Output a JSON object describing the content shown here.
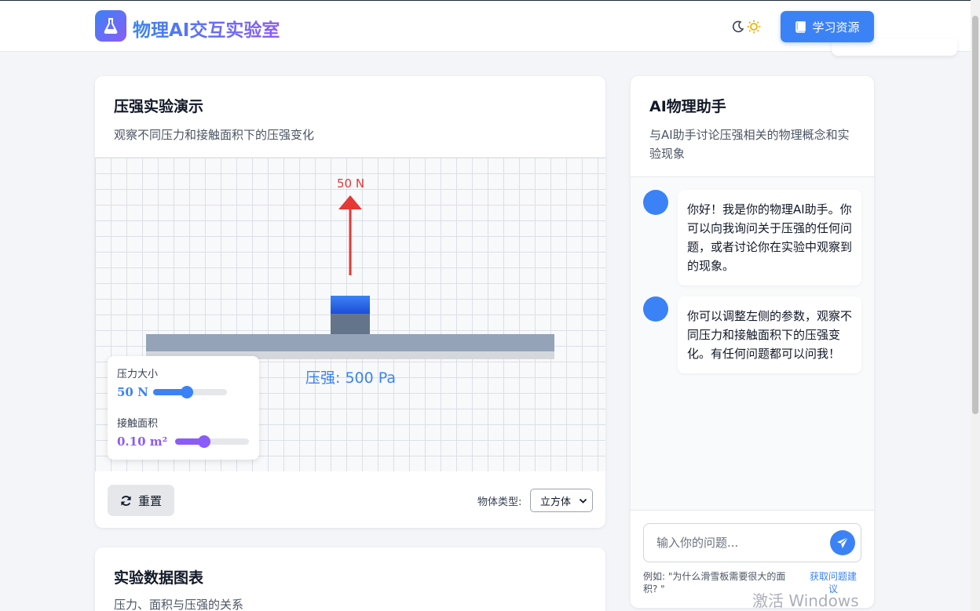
{
  "header": {
    "title": "物理AI交互实验室",
    "resources_button": "学习资源"
  },
  "experiment": {
    "title": "压强实验演示",
    "subtitle": "观察不同压力和接触面积下的压强变化",
    "force_label": "50 N",
    "pressure_text": "压强: 500 Pa",
    "controls": {
      "force_label": "压力大小",
      "force_value": "50 N",
      "force_fraction": 0.45,
      "area_label": "接触面积",
      "area_value": "0.10 m²",
      "area_fraction": 0.37
    },
    "reset_button": "重置",
    "object_type_label": "物体类型:",
    "object_type_value": "立方体"
  },
  "chart_section": {
    "title": "实验数据图表",
    "subtitle": "压力、面积与压强的关系"
  },
  "chat": {
    "title": "AI物理助手",
    "subtitle": "与AI助手讨论压强相关的物理概念和实验现象",
    "messages": [
      "你好！我是你的物理AI助手。你可以向我询问关于压强的任何问题，或者讨论你在实验中观察到的现象。",
      "你可以调整左侧的参数，观察不同压力和接触面积下的压强变化。有任何问题都可以问我！"
    ],
    "input_placeholder": "输入你的问题...",
    "hint": "例如: \"为什么滑雪板需要很大的面积? \"",
    "suggest_link": "获取问题建议"
  },
  "watermark": "激活 Windows",
  "colors": {
    "primary": "#3b82f6",
    "accent": "#8b5cf6",
    "force_arrow": "#e53935"
  }
}
